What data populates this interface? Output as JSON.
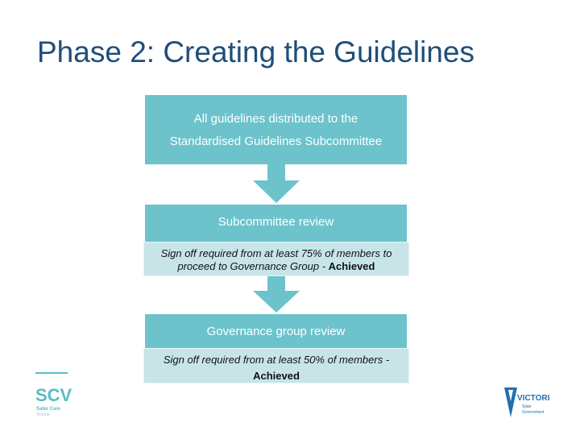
{
  "title": "Phase 2: Creating the Guidelines",
  "flow": {
    "step1": {
      "line1": "All guidelines distributed to the",
      "line2": "Standardised Guidelines Subcommittee"
    },
    "step2": {
      "label": "Subcommittee review",
      "note_line1": "Sign off required from at least 75% of members to",
      "note_line2": "proceed to Governance Group - ",
      "note_status": "Achieved"
    },
    "step3": {
      "label": "Governance group review",
      "note_text": "Sign off required from at least 50% of members -",
      "note_status": "Achieved"
    }
  },
  "logos": {
    "left": {
      "mark": "SCV",
      "line1": "Safer Care",
      "line2": "Victoria"
    },
    "right": {
      "name": "VICTORIA",
      "line1": "State",
      "line2": "Government"
    }
  },
  "colors": {
    "title": "#1f4e79",
    "box": "#6cc3cc",
    "subbox": "#c7e5e8",
    "scv": "#5bbcc6",
    "vic": "#1f6fb5"
  }
}
